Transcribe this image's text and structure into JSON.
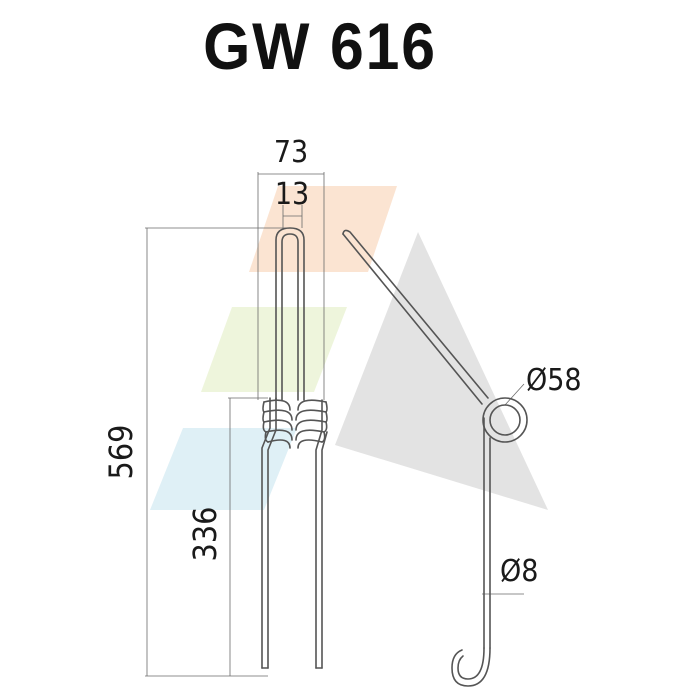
{
  "title": "GW 616",
  "dimensions": {
    "width_overall": "73",
    "width_inner": "13",
    "height_total": "569",
    "height_lower": "336",
    "coil_diameter": "Ø58",
    "wire_diameter": "Ø8"
  },
  "colors": {
    "line": "#555555",
    "text": "#1a1a1a",
    "watermark_gray": "#e3e3e3",
    "watermark_orange": "#fbe4d2",
    "watermark_green": "#eef5dc",
    "watermark_blue": "#dff0f6"
  }
}
